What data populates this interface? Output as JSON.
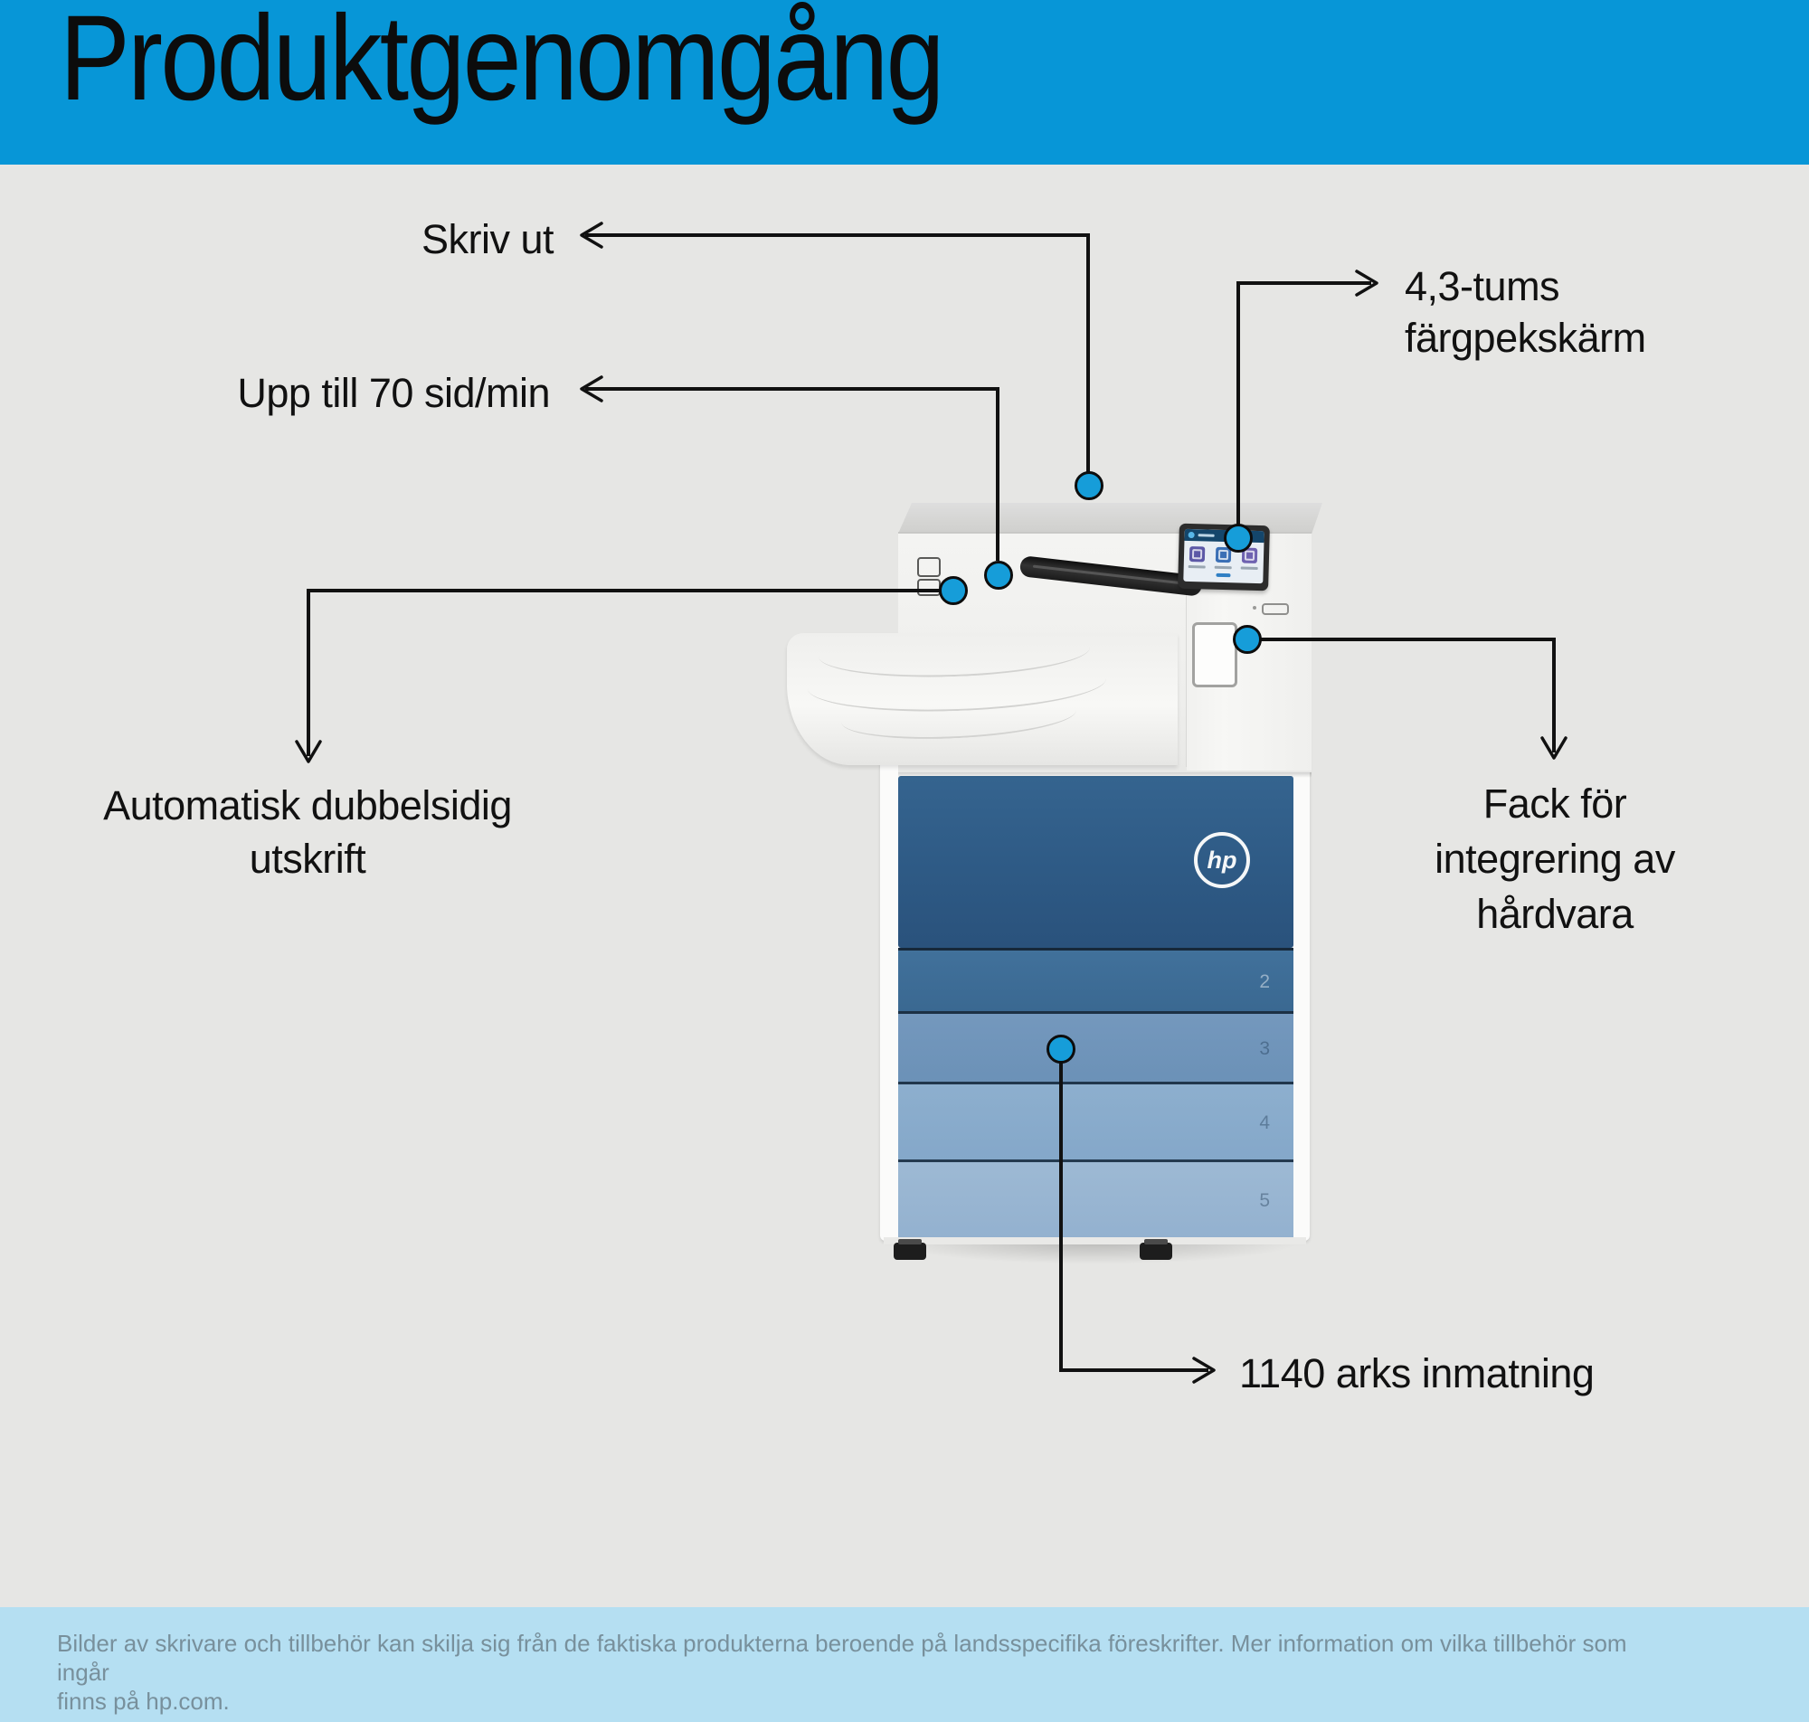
{
  "header": {
    "title": "Produktgenomgång"
  },
  "callouts": {
    "print": {
      "label": "Skriv ut"
    },
    "speed": {
      "label": "Upp till 70 sid/min"
    },
    "touchscreen": {
      "label": "4,3-tums färgpekskärm"
    },
    "duplex": {
      "label": "Automatisk dubbelsidig utskrift"
    },
    "hip": {
      "label": "Fack för integrering av hårdvara"
    },
    "input": {
      "label": "1140 arks inmatning"
    }
  },
  "printer": {
    "logo_text": "hp",
    "tray_numbers": [
      "2",
      "3",
      "4",
      "5"
    ]
  },
  "footer": {
    "lines": [
      "Bilder av skrivare och tillbehör kan skilja sig från de faktiska produkterna beroende på landsspecifika föreskrifter. Mer information om vilka tillbehör som ingår",
      "finns på hp.com."
    ]
  },
  "colors": {
    "header_bg": "#0796d7",
    "background": "#e6e6e4",
    "marker_dot": "#169dd9",
    "line": "#111111",
    "door_blue": "#2e5a85",
    "drawer2_blue": "#3e6d97",
    "drawer3_blue": "#7095bb",
    "drawer4_blue": "#8aabca",
    "drawer5_blue": "#9bb7d2",
    "footer_bg": "#b5dff2",
    "footer_text": "#78909c"
  }
}
